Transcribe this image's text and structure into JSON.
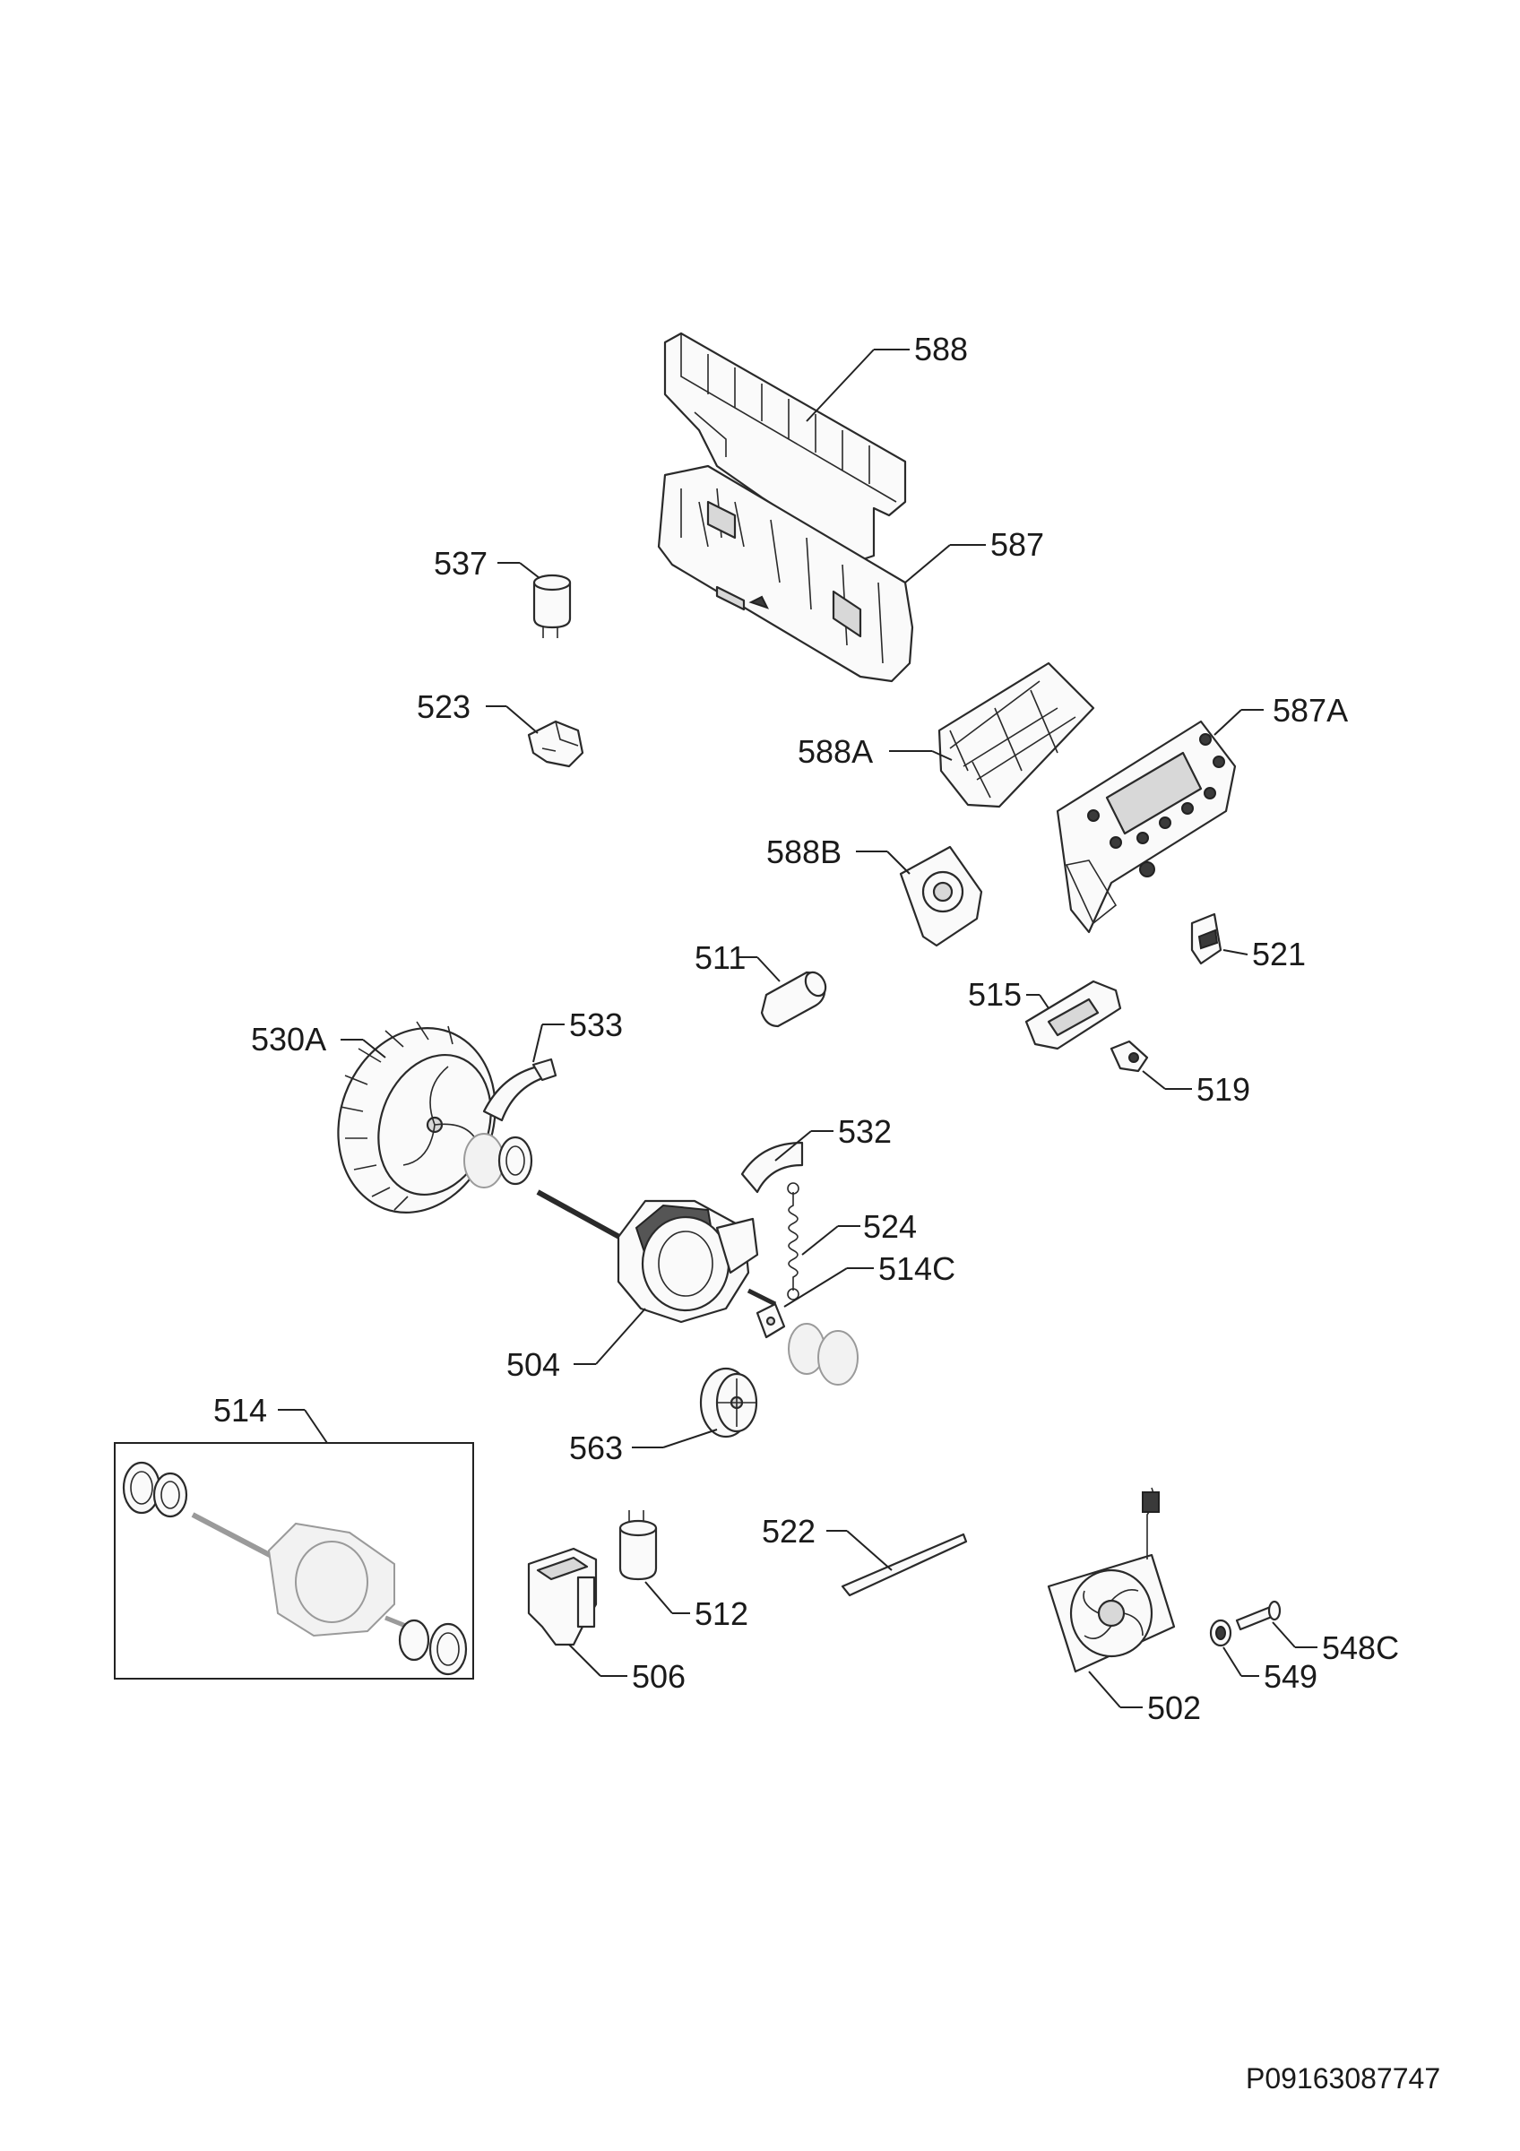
{
  "diagram": {
    "document_code": "P09163087747",
    "parts": {
      "p588": "588",
      "p587": "587",
      "p537": "537",
      "p523": "523",
      "p587A": "587A",
      "p588A": "588A",
      "p588B": "588B",
      "p511": "511",
      "p521": "521",
      "p515": "515",
      "p530A": "530A",
      "p533": "533",
      "p519": "519",
      "p532": "532",
      "p524": "524",
      "p514C": "514C",
      "p504": "504",
      "p514": "514",
      "p563": "563",
      "p522": "522",
      "p512": "512",
      "p548C": "548C",
      "p549": "549",
      "p506": "506",
      "p502": "502"
    }
  }
}
